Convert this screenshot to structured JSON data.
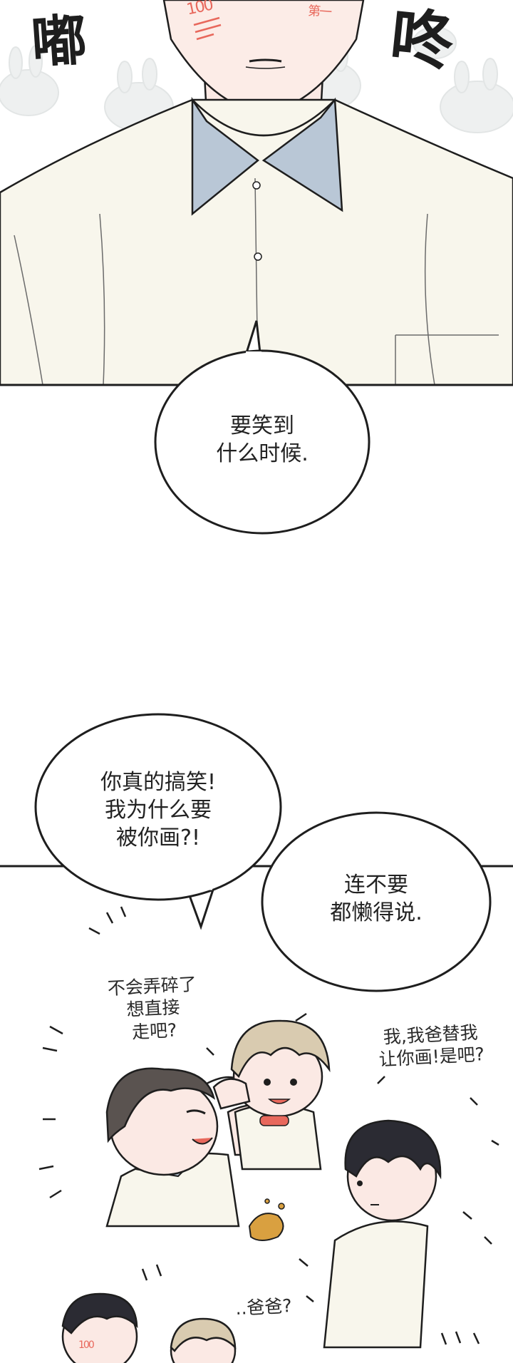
{
  "panel1": {
    "sfx_left": "嘟",
    "sfx_right": "咚",
    "cheek_left": "100",
    "cheek_right": "第一"
  },
  "bubble1": {
    "line1": "要笑到",
    "line2": "什么时候."
  },
  "bubble2": {
    "line1": "你真的搞笑!",
    "line2": "我为什么要",
    "line3": "被你画?!"
  },
  "bubble3": {
    "line1": "连不要",
    "line2": "都懒得说."
  },
  "panel3": {
    "note_left_1": "不会弄碎了",
    "note_left_2": "想直接",
    "note_left_3": "走吧?",
    "note_right_1": "我,我爸替我",
    "note_right_2": "让你画!是吧?",
    "note_bottom": "..爸爸?",
    "small_cheek": "100"
  },
  "colors": {
    "ink": "#1e1e1e",
    "shirt": "#f8f6ec",
    "collar": "#b9c7d6",
    "skin": "#fbe9e4",
    "blush": "#e8685c",
    "bunny_bg": "#eef0f0"
  }
}
